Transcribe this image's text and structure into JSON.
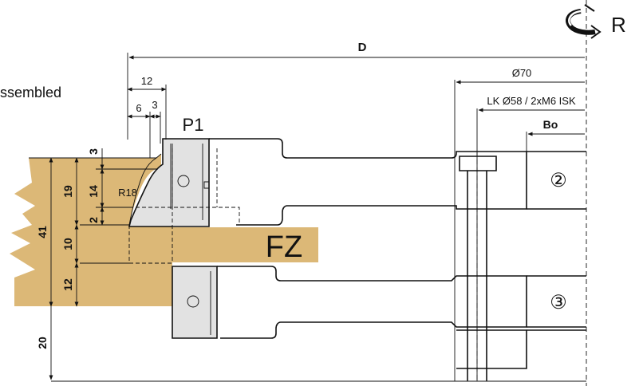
{
  "header": {
    "assembled_text": "ssembled",
    "rotation_label": "R"
  },
  "dimensions": {
    "D": "D",
    "d12": "12",
    "d6": "6",
    "d3": "3",
    "phi70": "Ø70",
    "lk": "LK Ø58 / 2xM6 ISK",
    "bo": "Bo",
    "v3": "3",
    "v19": "19",
    "v14": "14",
    "v41": "41",
    "v2": "2",
    "v10": "10",
    "v12": "12",
    "v20": "20",
    "r18": "R18"
  },
  "labels": {
    "p1": "P1",
    "fz": "FZ",
    "cutter2": "②",
    "cutter3": "③"
  },
  "colors": {
    "wood": "#dcb877",
    "steel": "#e2e2e2",
    "line": "#111111"
  }
}
